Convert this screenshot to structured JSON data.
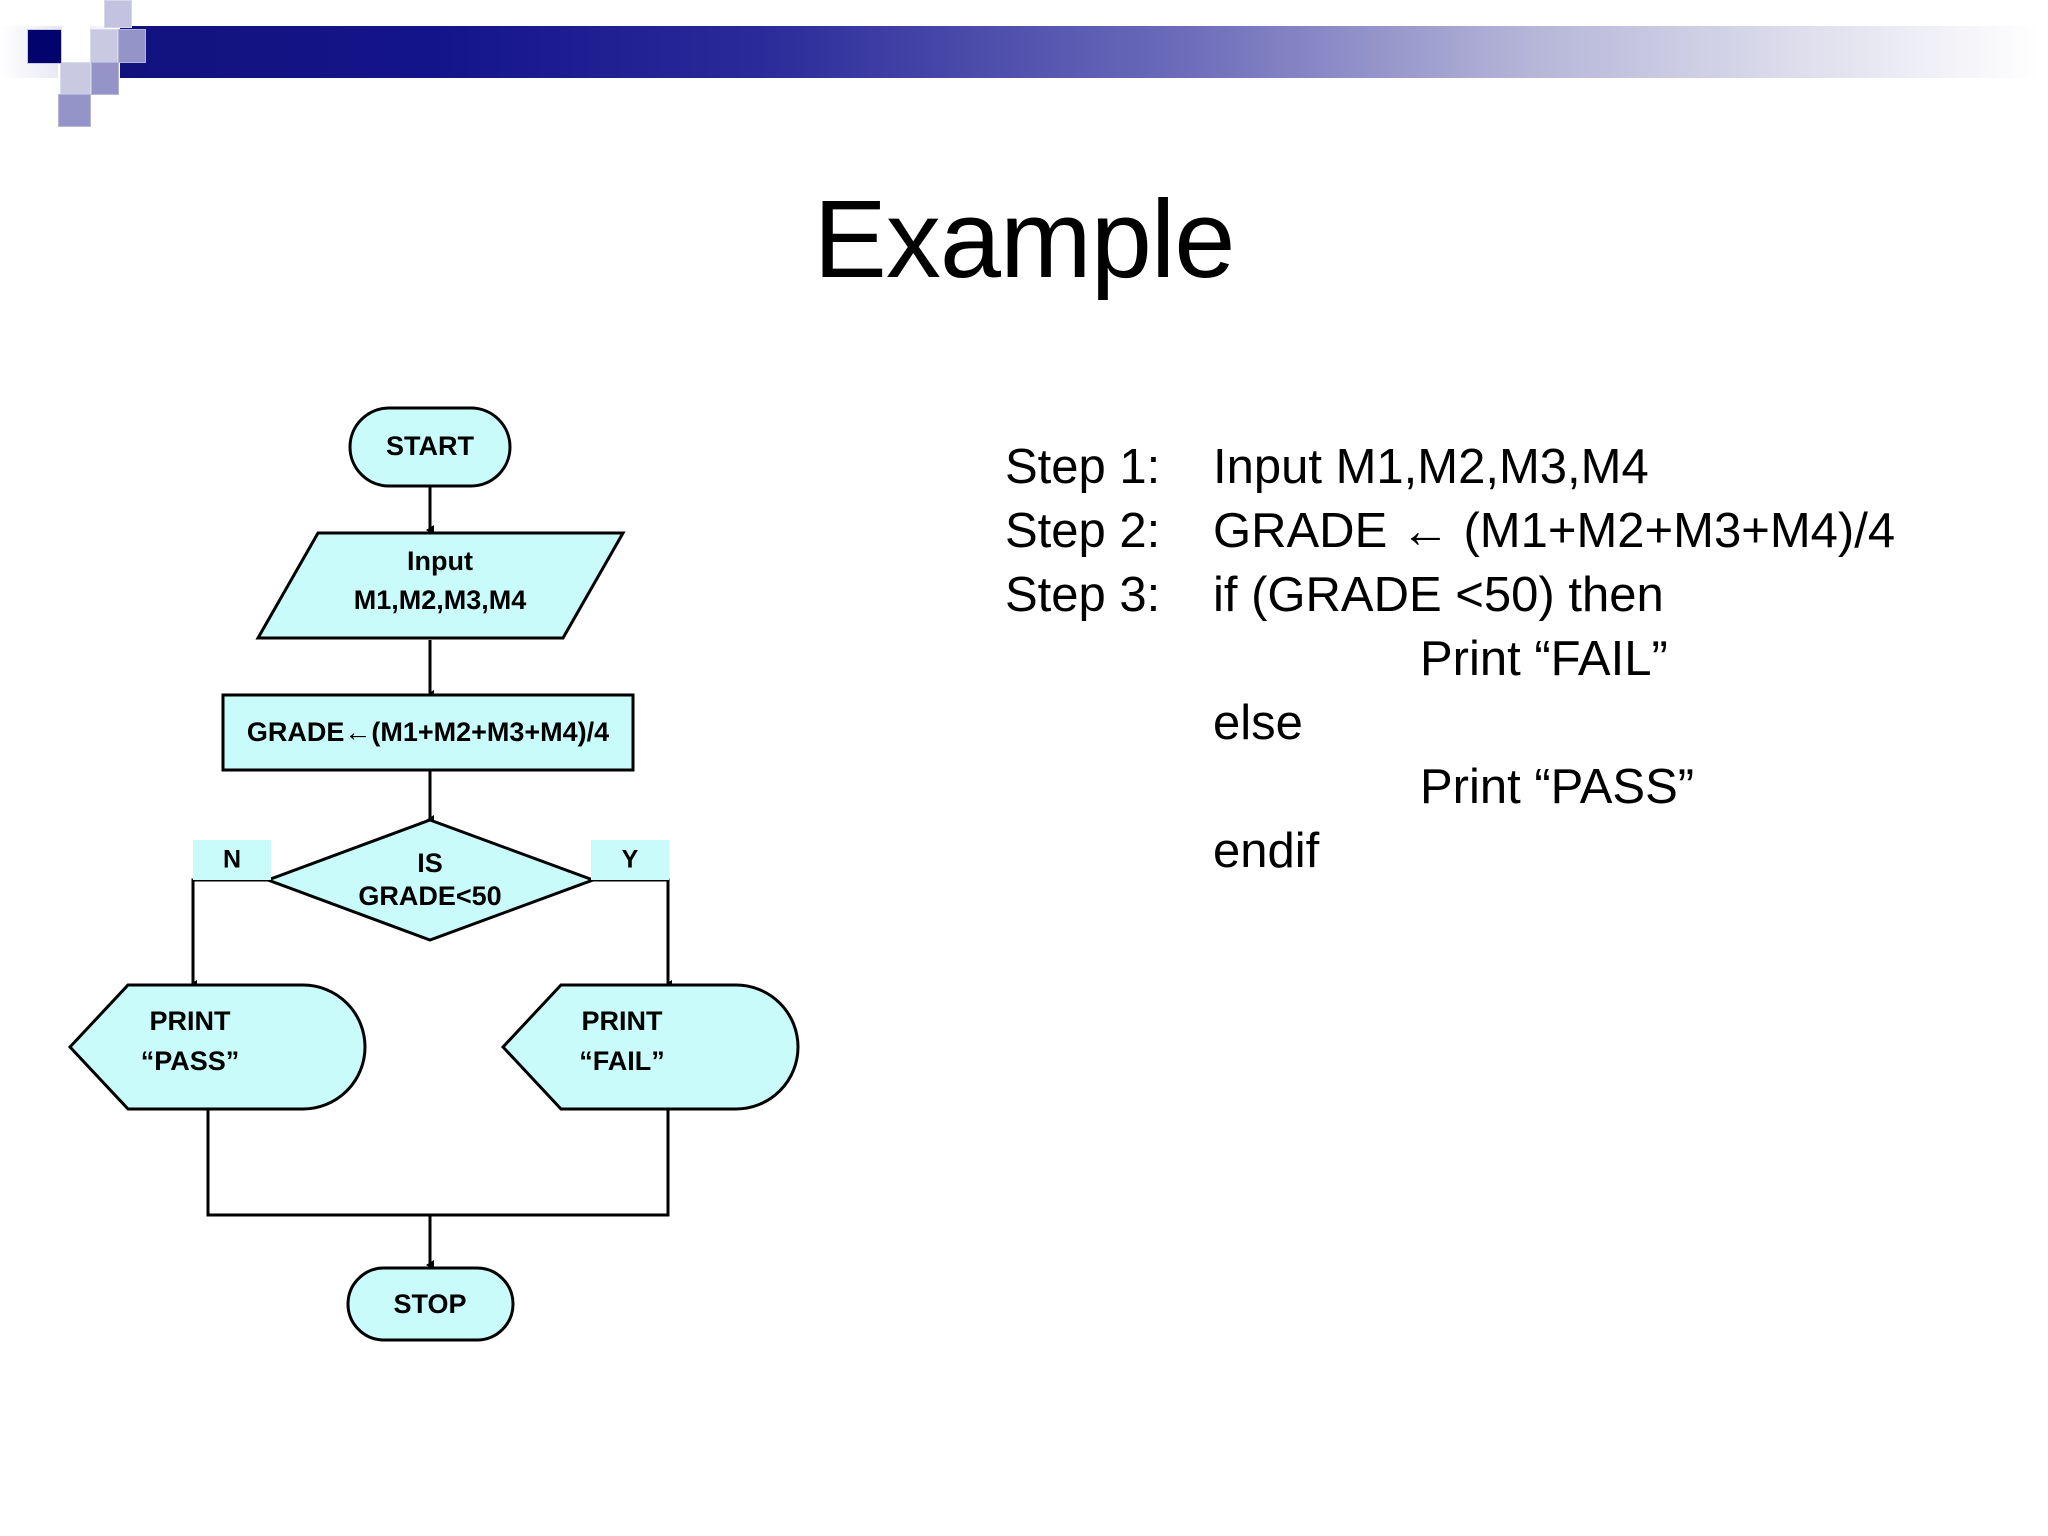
{
  "slide": {
    "title": "Example",
    "background_color": "#ffffff"
  },
  "theme": {
    "band_dark_navy": "#12127e",
    "band_square_navy": "#03036e",
    "band_square_mid": "#9494c8",
    "band_square_pale": "#c9c9e2",
    "shape_fill": "#c9fbfb",
    "shape_stroke": "#000000",
    "text_color": "#000000"
  },
  "flowchart": {
    "nodes": [
      {
        "id": "start",
        "type": "terminator",
        "label": "START"
      },
      {
        "id": "input",
        "type": "parallelogram",
        "line1": "Input",
        "line2": "M1,M2,M3,M4"
      },
      {
        "id": "process",
        "type": "process",
        "label": "GRADE←(M1+M2+M3+M4)/4"
      },
      {
        "id": "decision",
        "type": "diamond",
        "line1": "IS",
        "line2": "GRADE<50"
      },
      {
        "id": "print_pass",
        "type": "display",
        "line1": "PRINT",
        "line2": "“PASS”"
      },
      {
        "id": "print_fail",
        "type": "display",
        "line1": "PRINT",
        "line2": "“FAIL”"
      },
      {
        "id": "stop",
        "type": "terminator",
        "label": "STOP"
      }
    ],
    "branch_labels": {
      "no": "N",
      "yes": "Y"
    }
  },
  "pseudocode": {
    "lines": [
      {
        "step": "Step 1:",
        "text": "Input M1,M2,M3,M4",
        "indent": 0
      },
      {
        "step": "Step 2:",
        "text": "GRADE ← (M1+M2+M3+M4)/4",
        "indent": 0
      },
      {
        "step": "Step 3:",
        "text": "if (GRADE <50) then",
        "indent": 0
      },
      {
        "step": "",
        "text": "Print “FAIL”",
        "indent": 2
      },
      {
        "step": "",
        "text": "else",
        "indent": 1
      },
      {
        "step": "",
        "text": "Print “PASS”",
        "indent": 2
      },
      {
        "step": "",
        "text": "endif",
        "indent": 1
      }
    ]
  }
}
